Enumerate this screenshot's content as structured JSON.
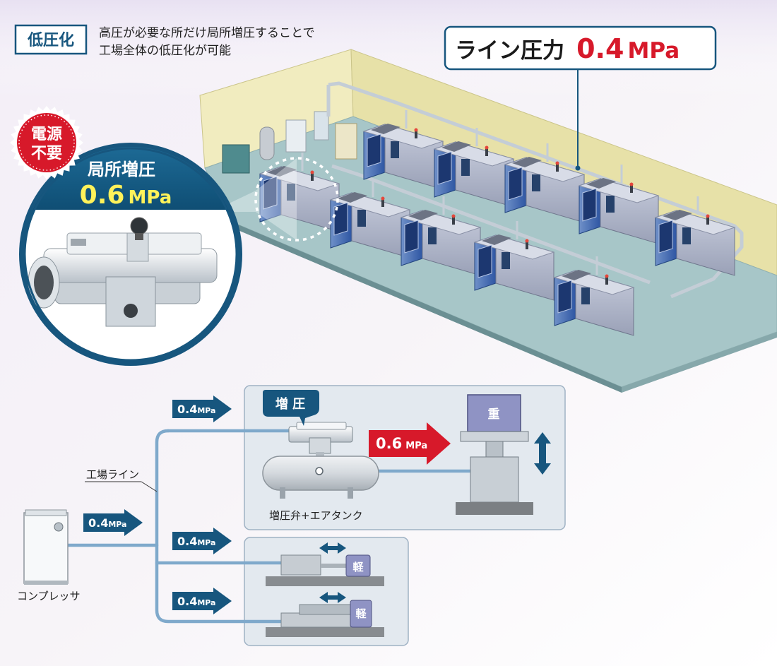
{
  "header": {
    "tag": "低圧化",
    "desc_line1": "高圧が必要な所だけ局所増圧することで",
    "desc_line2": "工場全体の低圧化が可能"
  },
  "line_pressure": {
    "label": "ライン圧力",
    "value": "0.4",
    "unit": "MPa"
  },
  "badge": {
    "line1": "電源",
    "line2": "不要"
  },
  "local_boost": {
    "label": "局所増圧",
    "value": "0.6",
    "unit": "MPa"
  },
  "diagram": {
    "factory_line_label": "工場ライン",
    "compressor_label": "コンプレッサ",
    "boost_bubble": "増 圧",
    "tank_label": "増圧弁+エアタンク",
    "heavy_label": "重",
    "light_label_1": "軽",
    "light_label_2": "軽",
    "arrows": [
      {
        "value": "0.4",
        "unit": "MPa"
      },
      {
        "value": "0.4",
        "unit": "MPa"
      },
      {
        "value": "0.4",
        "unit": "MPa"
      },
      {
        "value": "0.4",
        "unit": "MPa"
      }
    ],
    "boost_arrow": {
      "value": "0.6",
      "unit": "MPa"
    }
  },
  "colors": {
    "accent_blue": "#17567e",
    "accent_red": "#d7192a",
    "pipe_blue": "#7fa9cb",
    "floor": "#a9c7c9",
    "wall": "#e9e4ac",
    "panel_bg": "#e3e9ef"
  }
}
